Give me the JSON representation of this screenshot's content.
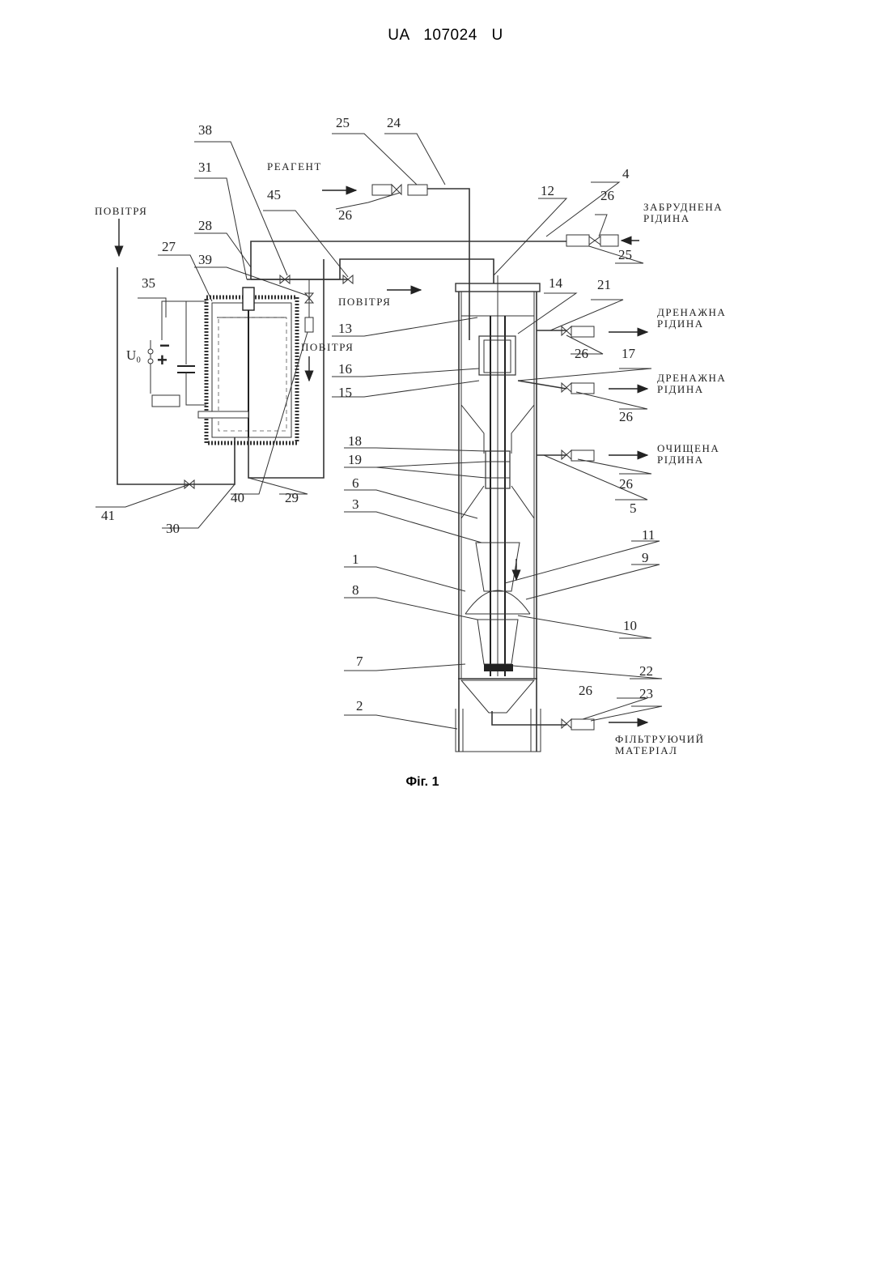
{
  "header": {
    "text": "UA 107024 U"
  },
  "figure": {
    "caption": "Фіг. 1",
    "labels": {
      "reagent": "РЕАГЕНТ",
      "air_top_left": "ПОВІТРЯ",
      "air_right": "ПОВІТРЯ",
      "air_down": "ПОВІТРЯ",
      "dirty_1": "ЗАБРУДНЕНА",
      "dirty_2": "РІДИНА",
      "drain1_1": "ДРЕНАЖНА",
      "drain1_2": "РІДИНА",
      "drain2_1": "ДРЕНАЖНА",
      "drain2_2": "РІДИНА",
      "clean_1": "ОЧИЩЕНА",
      "clean_2": "РІДИНА",
      "filter_1": "ФІЛЬТРУЮЧИЙ",
      "filter_2": "МАТЕРІАЛ",
      "voltage": "U₀"
    },
    "numbers": {
      "n38": "38",
      "n25a": "25",
      "n24": "24",
      "n31": "31",
      "n45": "45",
      "n26a": "26",
      "n28": "28",
      "n27": "27",
      "n39": "39",
      "n35": "35",
      "n12": "12",
      "n4": "4",
      "n26b": "26",
      "n25b": "25",
      "n14": "14",
      "n21": "21",
      "n13": "13",
      "n26c": "26",
      "n17": "17",
      "n16": "16",
      "n15": "15",
      "n26d": "26",
      "n18": "18",
      "n19": "19",
      "n26e": "26",
      "n5": "5",
      "n6": "6",
      "n41": "41",
      "n30": "30",
      "n40": "40",
      "n29": "29",
      "n3": "3",
      "n11": "11",
      "n1": "1",
      "n9": "9",
      "n8": "8",
      "n10": "10",
      "n7": "7",
      "n22": "22",
      "n26f": "26",
      "n23": "23",
      "n2": "2"
    }
  }
}
